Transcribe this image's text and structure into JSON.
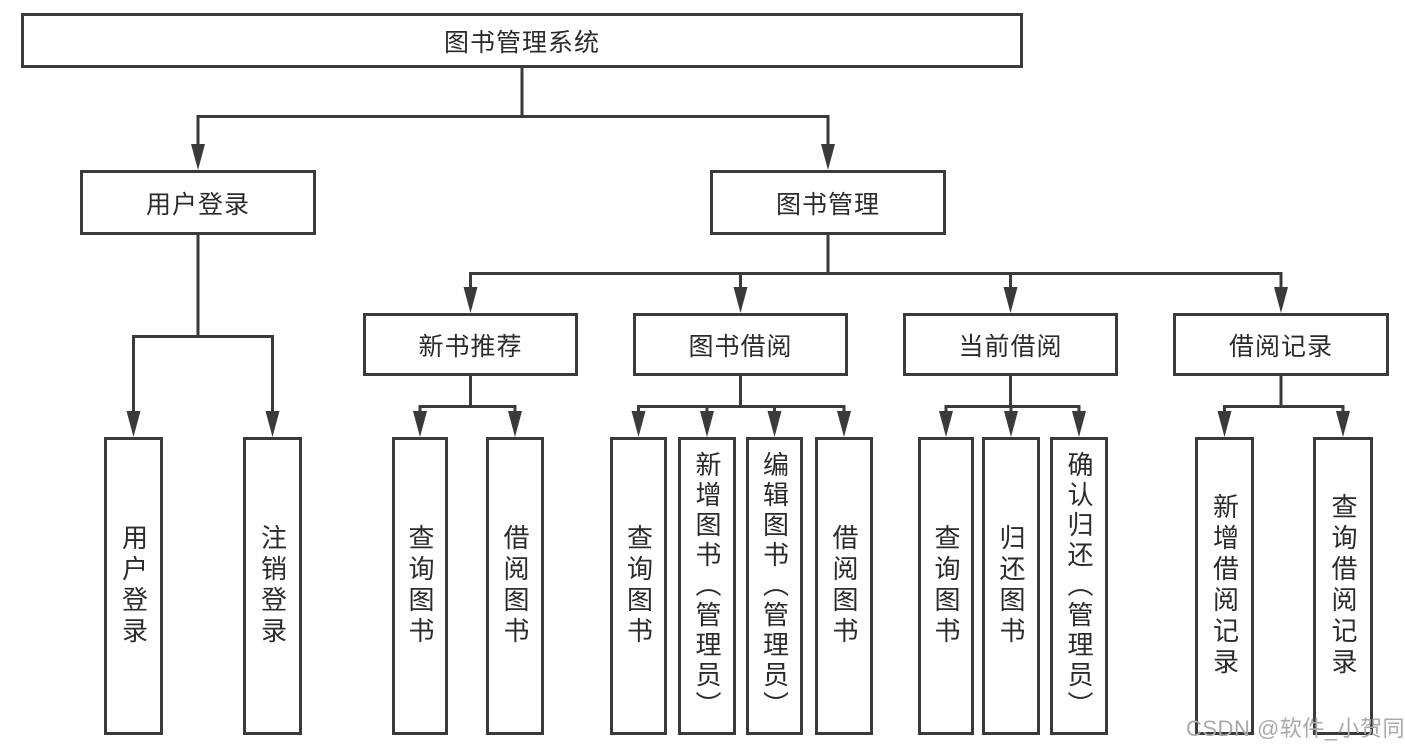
{
  "diagram": {
    "nodes": {
      "root": {
        "label": "图书管理系统"
      },
      "user_login": {
        "label": "用户登录"
      },
      "book_management": {
        "label": "图书管理"
      },
      "new_book_recommend": {
        "label": "新书推荐"
      },
      "book_borrowing": {
        "label": "图书借阅"
      },
      "current_borrowing": {
        "label": "当前借阅"
      },
      "borrowing_records": {
        "label": "借阅记录"
      },
      "leaf_user_login": {
        "label": "用户登录"
      },
      "leaf_logout_login": {
        "label": "注销登录"
      },
      "leaf_query_books_recommend": {
        "label": "查询图书"
      },
      "leaf_borrow_books_recommend": {
        "label": "借阅图书"
      },
      "leaf_query_books_borrowing": {
        "label": "查询图书"
      },
      "leaf_add_books_admin": {
        "label": "新增图书（管理员）"
      },
      "leaf_edit_books_admin": {
        "label": "编辑图书（管理员）"
      },
      "leaf_borrow_books_borrowing": {
        "label": "借阅图书"
      },
      "leaf_query_books_current": {
        "label": "查询图书"
      },
      "leaf_return_books": {
        "label": "归还图书"
      },
      "leaf_confirm_return_admin": {
        "label": "确认归还（管理员）"
      },
      "leaf_add_borrow_record": {
        "label": "新增借阅记录"
      },
      "leaf_query_borrow_record": {
        "label": "查询借阅记录"
      }
    },
    "watermark": {
      "text": "CSDN @软件_小贺同学"
    },
    "colors": {
      "line": "#3a3a3a",
      "text": "#2b2b2b",
      "background": "#ffffff",
      "watermark": "#a9a9a9"
    }
  }
}
